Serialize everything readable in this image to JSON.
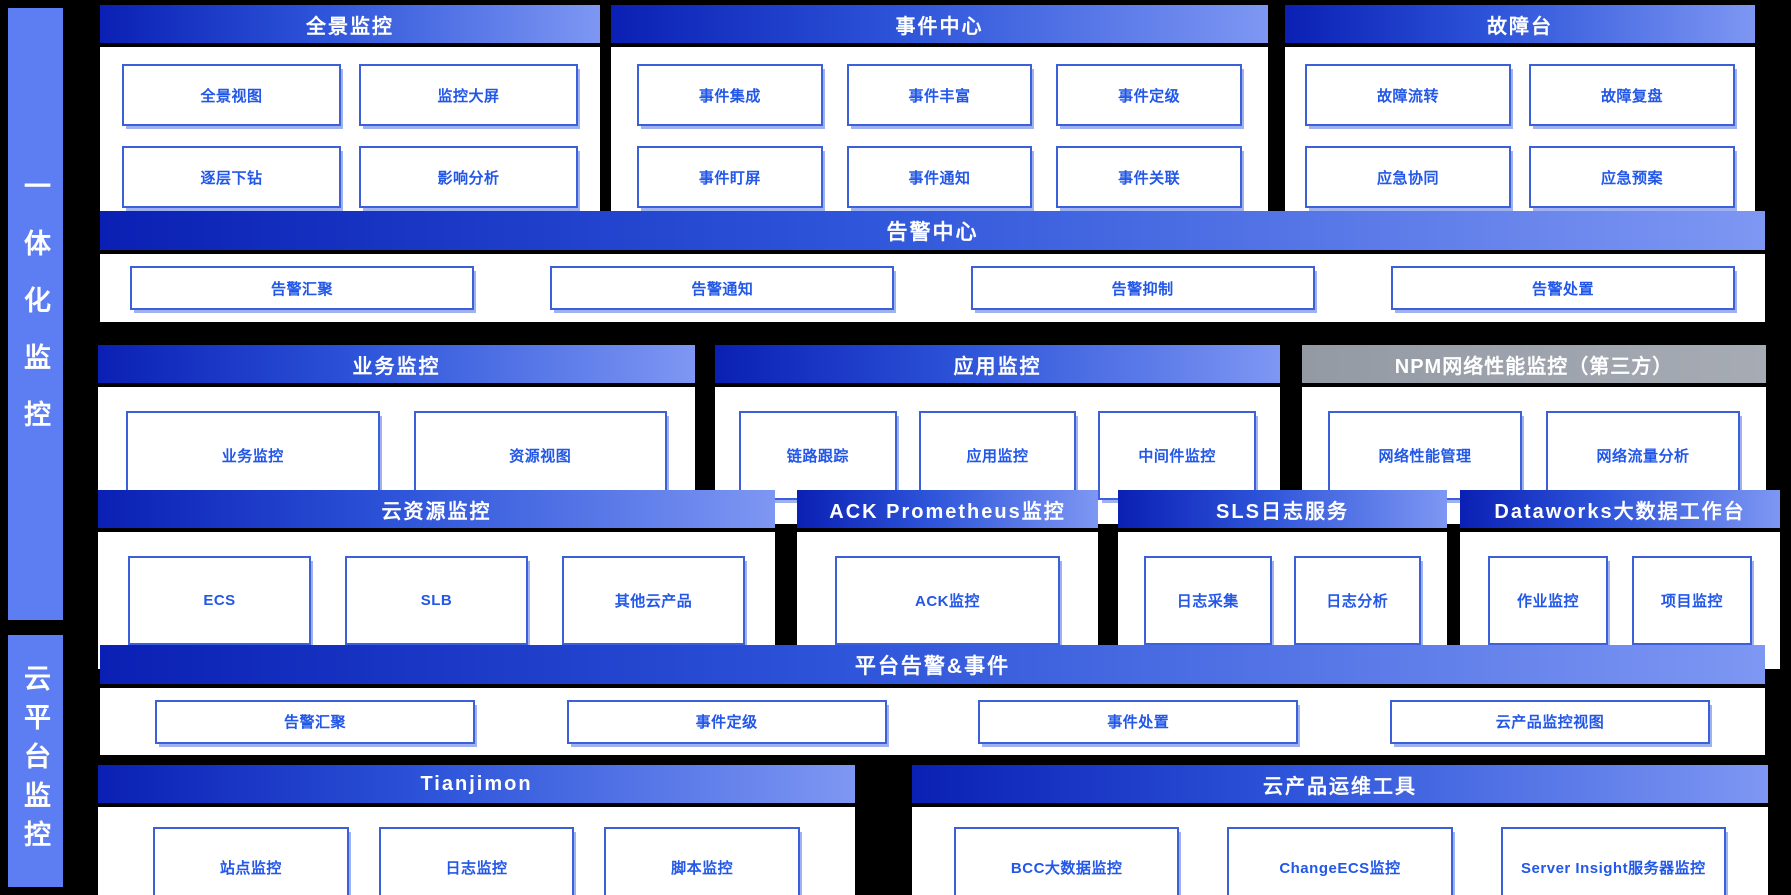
{
  "sidebar": {
    "integrated": "一体化监控",
    "cloud_platform": "云平台监控"
  },
  "panels": {
    "panoramic": {
      "title": "全景监控",
      "buttons": [
        "全景视图",
        "监控大屏",
        "逐层下钻",
        "影响分析"
      ]
    },
    "event_center": {
      "title": "事件中心",
      "buttons": [
        "事件集成",
        "事件丰富",
        "事件定级",
        "事件盯屏",
        "事件通知",
        "事件关联"
      ]
    },
    "fault_desk": {
      "title": "故障台",
      "buttons": [
        "故障流转",
        "故障复盘",
        "应急协同",
        "应急预案"
      ]
    },
    "alert_center": {
      "title": "告警中心",
      "buttons": [
        "告警汇聚",
        "告警通知",
        "告警抑制",
        "告警处置"
      ]
    },
    "business": {
      "title": "业务监控",
      "buttons": [
        "业务监控",
        "资源视图"
      ]
    },
    "app": {
      "title": "应用监控",
      "buttons": [
        "链路跟踪",
        "应用监控",
        "中间件监控"
      ]
    },
    "npm": {
      "title": "NPM网络性能监控（第三方）",
      "buttons": [
        "网络性能管理",
        "网络流量分析"
      ]
    },
    "cloud_resource": {
      "title": "云资源监控",
      "buttons": [
        "ECS",
        "SLB",
        "其他云产品"
      ]
    },
    "ack": {
      "title": "ACK Prometheus监控",
      "buttons": [
        "ACK监控"
      ]
    },
    "sls": {
      "title": "SLS日志服务",
      "buttons": [
        "日志采集",
        "日志分析"
      ]
    },
    "dataworks": {
      "title": "Dataworks大数据工作台",
      "buttons": [
        "作业监控",
        "项目监控"
      ]
    },
    "platform_alert": {
      "title": "平台告警&事件",
      "buttons": [
        "告警汇聚",
        "事件定级",
        "事件处置",
        "云产品监控视图"
      ]
    },
    "tianjimon": {
      "title": "Tianjimon",
      "buttons": [
        "站点监控",
        "日志监控",
        "脚本监控"
      ]
    },
    "cloud_ops": {
      "title": "云产品运维工具",
      "buttons": [
        "BCC大数据监控",
        "ChangeECS监控",
        "Server Insight服务器监控"
      ]
    }
  },
  "colors": {
    "background": "#000000",
    "sidebar": "#5d7ef2",
    "hdr_start": "#0a20b4",
    "hdr_mid": "#2e55da",
    "hdr_end": "#7e97f3",
    "npm_hdr_start": "#949aa4",
    "npm_hdr_end": "#a6abb4",
    "btn_border": "#3c60d9",
    "btn_text": "#2257e8",
    "btn_shadow": "#9fb2ef"
  }
}
